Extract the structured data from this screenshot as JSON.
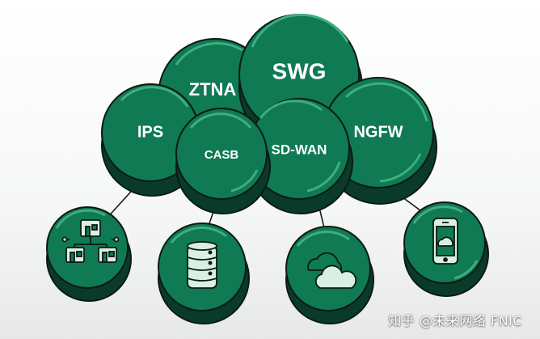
{
  "colors": {
    "bubble_fill": "#0f7a53",
    "bubble_shadow": "#0a3b2a",
    "bubble_outline": "#0b1a14",
    "arc": "#3fae7f",
    "icon_fill": "#d9efe4",
    "connector": "#1a1a1a"
  },
  "cloud": {
    "labels": {
      "ztna": "ZTNA",
      "swg": "SWG",
      "ips": "IPS",
      "casb": "CASB",
      "sdwan": "SD-WAN",
      "ngfw": "NGFW"
    }
  },
  "endpoints": {
    "icons": [
      "branch-network-icon",
      "database-icon",
      "cloud-icon",
      "mobile-cloud-icon"
    ]
  },
  "watermark": "知乎 @未来网络 FNIC"
}
